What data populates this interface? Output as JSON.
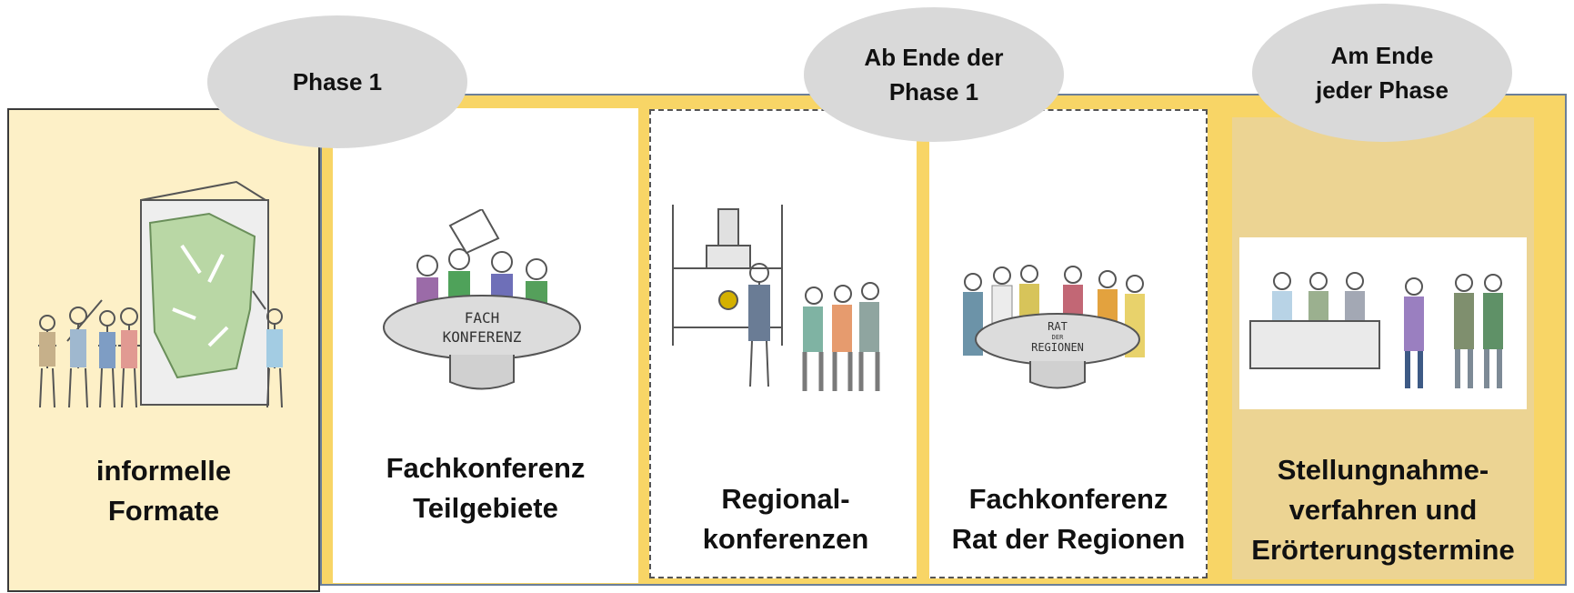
{
  "phases": [
    {
      "lines": [
        "Phase 1"
      ]
    },
    {
      "lines": [
        "Ab Ende der",
        "Phase 1"
      ]
    },
    {
      "lines": [
        "Am Ende",
        "jeder Phase"
      ]
    }
  ],
  "panels": [
    {
      "lines": [
        "informelle",
        "Formate"
      ]
    },
    {
      "lines": [
        "Fachkonferenz",
        "Teilgebiete"
      ]
    },
    {
      "lines": [
        "Regional-",
        "konferenzen"
      ]
    },
    {
      "lines": [
        "Fachkonferenz",
        "Rat der Regionen"
      ]
    },
    {
      "lines": [
        "Stellungnahme-",
        "verfahren und",
        "Erörterungstermine"
      ]
    }
  ],
  "illustration_text": {
    "fach_line1": "FACH",
    "fach_line2": "KONFERENZ",
    "rat_line1": "RAT",
    "rat_line2": "DER",
    "rat_line3": "REGIONEN"
  },
  "colors": {
    "frame": "#f8d566",
    "informal_bg": "#fdf0c7",
    "ellipse": "#d9d9d9",
    "tan_panel": "#ecd493"
  }
}
